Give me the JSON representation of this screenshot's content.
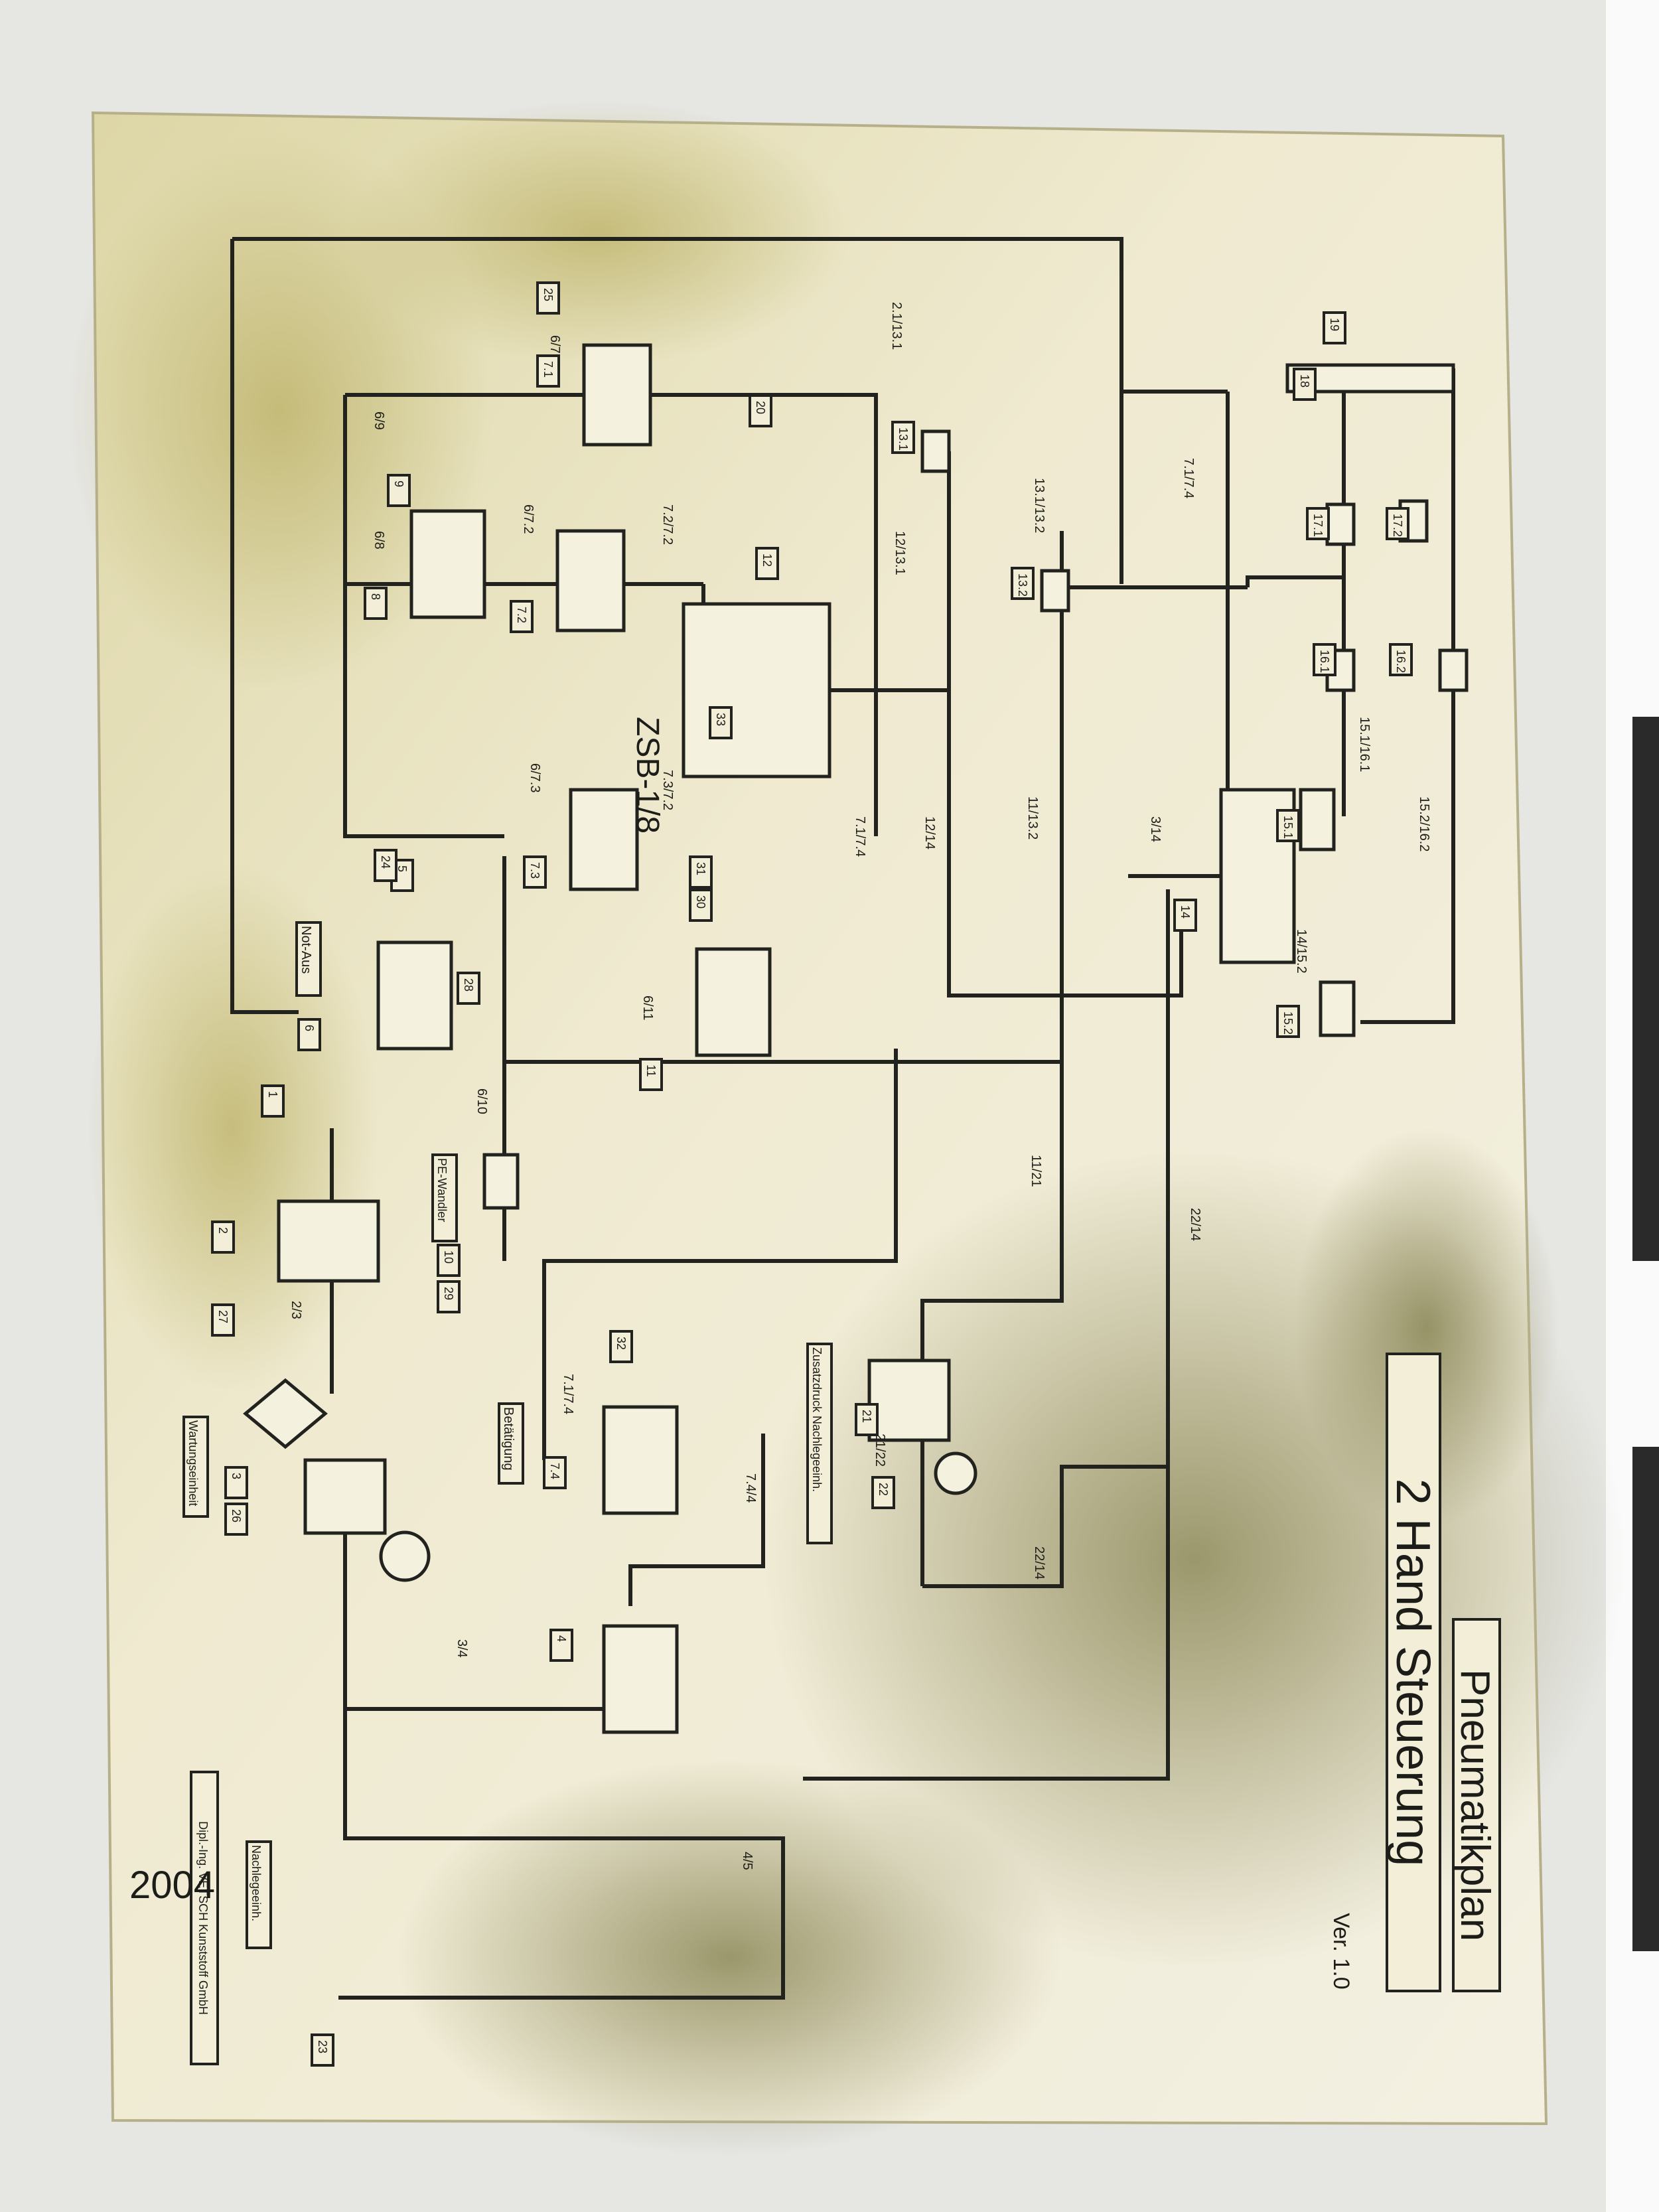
{
  "colors": {
    "paper": "#ece6c4",
    "stain": "#8f8a55",
    "ink": "#22221e",
    "background": "#e9e9e6"
  },
  "title": {
    "line1": "Pneumatikplan",
    "line2": "2 Hand Steuerung",
    "version": "Ver. 1.0"
  },
  "year": "2004",
  "components": {
    "zsb": "ZSB-1/8",
    "not_aus": "Not-Aus",
    "betaetigung": "Betätigung",
    "wartungseinheit": "Wartungseinheit",
    "zusatzdruck": "Zusatzdruck Nachlegeeinh.",
    "pe_wandler": "PE-Wandler",
    "nachlegeeinheit": "Nachlegeeinh."
  },
  "line_labels": {
    "l1": "7.1/7.4",
    "l2": "7.2/7.2",
    "l3": "7.3/7.2",
    "l4": "7.1/7.4",
    "l5": "12/13.1",
    "l6": "12/14",
    "l7": "11/13.2",
    "l8": "3/14",
    "l9": "15.1/16.1",
    "l10": "15.2/16.2",
    "l11": "14/15.2",
    "l12": "13.1/13.2",
    "l13": "2.1/13.1",
    "l14": "6/11",
    "l15": "6/10",
    "l16": "11/21",
    "l17": "22/14",
    "l18": "7.1/7.4",
    "l19": "7.4/4",
    "l20": "21/22",
    "l21": "22/14",
    "l22": "3/4",
    "l23": "4/5",
    "l24": "2/3",
    "l25": "6/7.1",
    "l26": "6/7.2",
    "l27": "6/7.3",
    "l28": "6/8",
    "l29": "6/9"
  },
  "tags": {
    "t1": "18",
    "t2": "19",
    "t3": "17.1",
    "t4": "17.2",
    "t5": "16.1",
    "t6": "16.2",
    "t7": "15.1",
    "t8": "15.2",
    "t9": "14",
    "t10": "13.1",
    "t11": "13.2",
    "t12": "12",
    "t13": "11",
    "t14": "31",
    "t15": "30",
    "t16": "7.1",
    "t17": "7.2",
    "t18": "7.3",
    "t19": "8",
    "t20": "9",
    "t21": "6",
    "t22": "5",
    "t23": "10",
    "t24": "28",
    "t25": "21",
    "t26": "22",
    "t27": "7.4",
    "t28": "4",
    "t29": "23",
    "t30": "1",
    "t31": "2",
    "t32": "27",
    "t33": "3",
    "t34": "26",
    "t35": "29",
    "t36": "24",
    "t37": "25",
    "t38": "32",
    "t39": "33",
    "t40": "20"
  },
  "footer": {
    "company": "Dipl.-Ing. VETSCH Kunststoff GmbH"
  }
}
